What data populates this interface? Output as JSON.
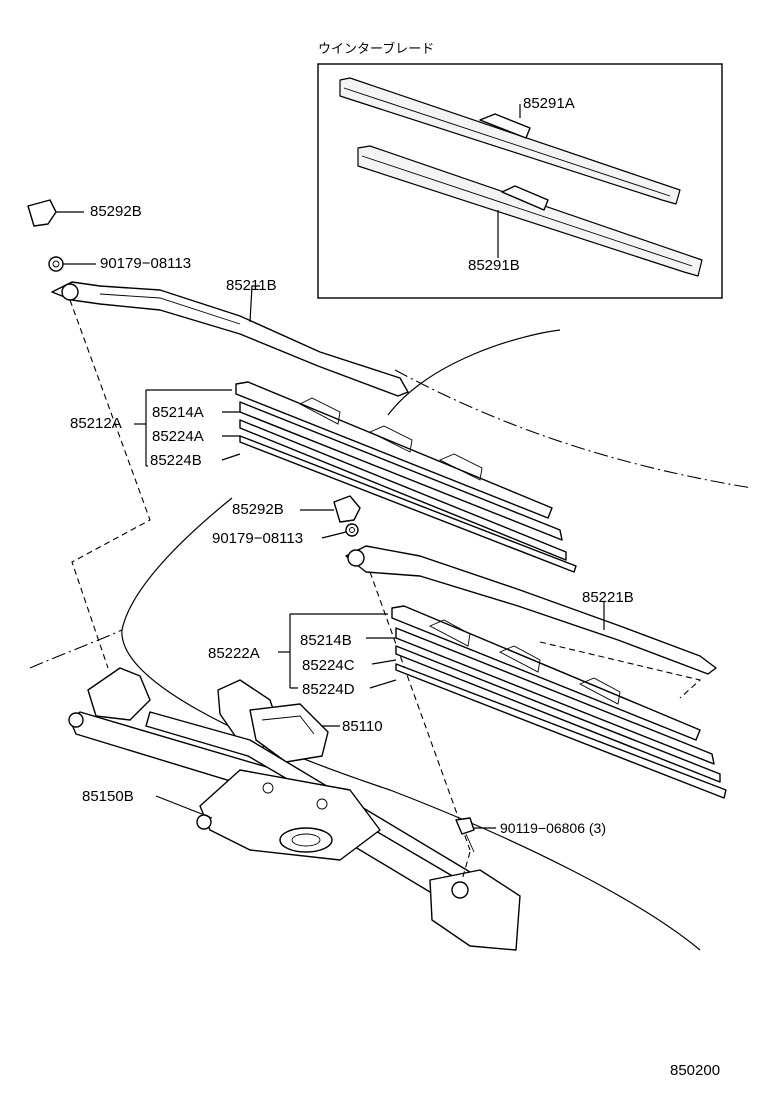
{
  "inset_title": "ウインターブレード",
  "parts": {
    "p85291A": "85291A",
    "p85291B": "85291B",
    "p85292B_top": "85292B",
    "p90179_top": "90179−08113",
    "p85211B": "85211B",
    "p85212A": "85212A",
    "p85214A": "85214A",
    "p85224A": "85224A",
    "p85224B": "85224B",
    "p85292B_mid": "85292B",
    "p90179_mid": "90179−08113",
    "p85221B": "85221B",
    "p85222A": "85222A",
    "p85214B": "85214B",
    "p85224C": "85224C",
    "p85224D": "85224D",
    "p85110": "85110",
    "p85150B": "85150B",
    "p90119": "90119−06806 (3)"
  },
  "figure_code": "850200"
}
